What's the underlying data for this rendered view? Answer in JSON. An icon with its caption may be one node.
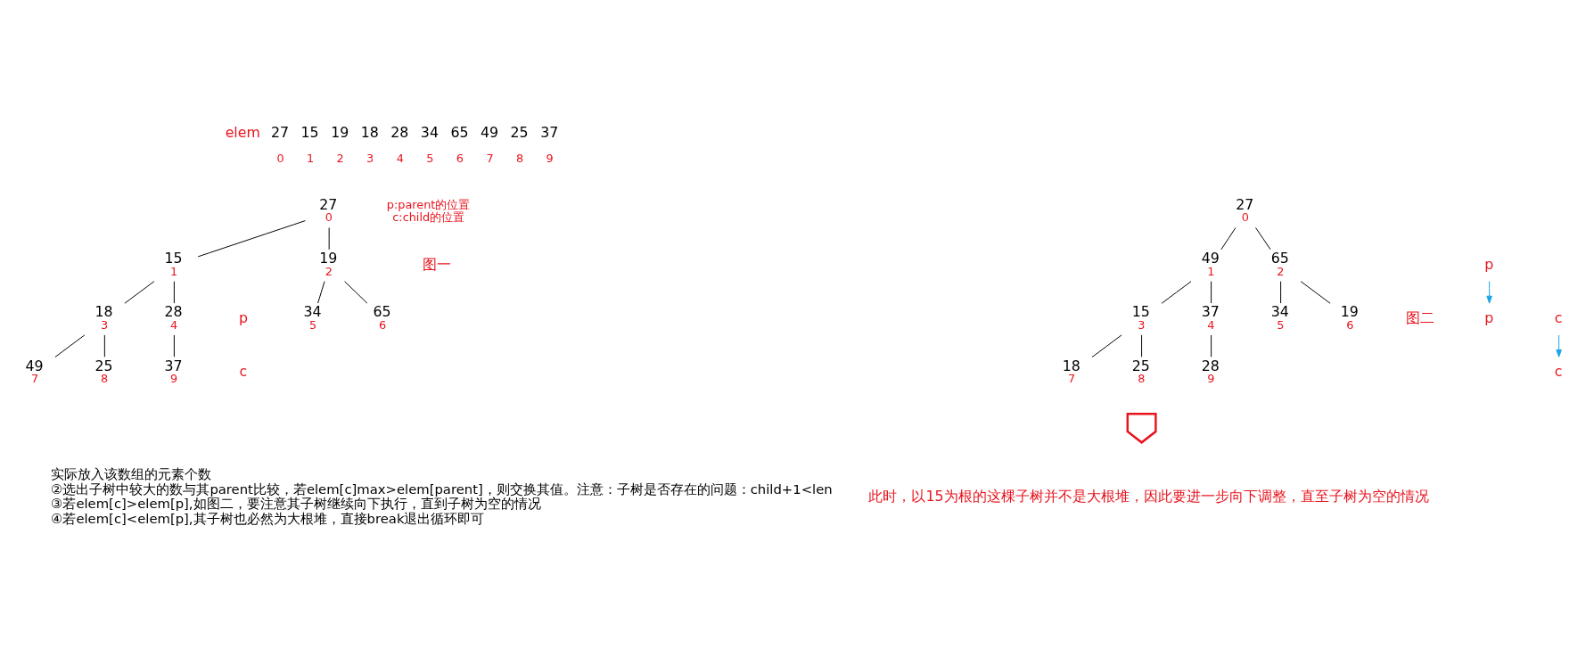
{
  "diagram": {
    "nodes": [
      {
        "text": [
          "27"
        ],
        "beside": [
          "0"
        ]
      },
      {
        "text": [
          "15"
        ],
        "beside": [
          "1"
        ]
      },
      {
        "text": [
          "19"
        ],
        "beside": [
          "2"
        ]
      },
      {
        "text": [
          "18"
        ],
        "beside": [
          "3"
        ]
      },
      {
        "text": [
          "28"
        ],
        "beside": [
          "4"
        ]
      },
      {
        "text": [
          "34"
        ],
        "beside": [
          "5"
        ]
      },
      {
        "text": [
          "65"
        ],
        "beside": [
          "6"
        ]
      },
      {
        "text": [
          "49"
        ],
        "beside": [
          "7"
        ]
      },
      {
        "text": [
          "25"
        ],
        "beside": [
          "8"
        ]
      },
      {
        "text": [
          "37"
        ],
        "beside": [
          "9"
        ]
      },
      {
        "text": [
          "27"
        ],
        "beside": [
          "0"
        ]
      },
      {
        "text": [
          "49"
        ],
        "beside": [
          "1"
        ]
      },
      {
        "text": [
          "65"
        ],
        "beside": [
          "2"
        ]
      },
      {
        "text": [
          "15"
        ],
        "beside": [
          "3"
        ]
      },
      {
        "text": [
          "37"
        ],
        "beside": [
          "4"
        ]
      },
      {
        "text": [
          "34"
        ],
        "beside": [
          "5"
        ]
      },
      {
        "text": [
          "19"
        ],
        "beside": [
          "6"
        ]
      },
      {
        "text": [
          "18"
        ],
        "beside": [
          "7"
        ]
      },
      {
        "text": [
          "25"
        ],
        "beside": [
          "8"
        ]
      },
      {
        "text": [
          "28"
        ],
        "beside": [
          "9"
        ]
      },
      {
        "text": [
          "p"
        ]
      },
      {
        "text": [
          "p"
        ]
      },
      {
        "text": [
          "c"
        ]
      },
      {
        "text": [
          "c"
        ]
      },
      {
        "text": [],
        "shape": "arrow"
      }
    ],
    "edges": [
      {
        "from": 0,
        "to": 1,
        "arrow": "none"
      },
      {
        "from": 0,
        "to": 2,
        "arrow": "none"
      },
      {
        "from": 1,
        "to": 3,
        "arrow": "none"
      },
      {
        "from": 1,
        "to": 4,
        "arrow": "none"
      },
      {
        "from": 2,
        "to": 5,
        "arrow": "none"
      },
      {
        "from": 2,
        "to": 6,
        "arrow": "none"
      },
      {
        "from": 3,
        "to": 7,
        "arrow": "none"
      },
      {
        "from": 3,
        "to": 8,
        "arrow": "none"
      },
      {
        "from": 4,
        "to": 9,
        "arrow": "none"
      },
      {
        "from": 10,
        "to": 11,
        "arrow": "none"
      },
      {
        "from": 10,
        "to": 12,
        "arrow": "none"
      },
      {
        "from": 11,
        "to": 13,
        "arrow": "none"
      },
      {
        "from": 11,
        "to": 14,
        "arrow": "none"
      },
      {
        "from": 12,
        "to": 15,
        "arrow": "none"
      },
      {
        "from": 12,
        "to": 16,
        "arrow": "none"
      },
      {
        "from": 13,
        "to": 17,
        "arrow": "none"
      },
      {
        "from": 13,
        "to": 18,
        "arrow": "none"
      },
      {
        "from": 14,
        "to": 19,
        "arrow": "none"
      },
      {
        "from": 20,
        "to": 21,
        "arrow": "to",
        "color": "#1aa3e8"
      },
      {
        "from": 22,
        "to": 23,
        "arrow": "to",
        "color": "#1aa3e8"
      }
    ],
    "labels": [
      "elem",
      "27",
      "15",
      "19",
      "18",
      "28",
      "34",
      "65",
      "49",
      "25",
      "37",
      "0",
      "1",
      "2",
      "3",
      "4",
      "5",
      "6",
      "7",
      "8",
      "9",
      "p:parent的位置",
      "c:child的位置",
      "图一",
      "p",
      "c",
      "图二",
      "此时，以15为根的这棵子树并不是大根堆，因此要进一步向下调整，直至子树为空的情况",
      "实际放入该数组的元素个数",
      "②选出子树中较大的数与其parent比较，若elem[c]max>elem[parent]，则交换其值。注意：子树是否存在的问题：child+1<len",
      "③若elem[c]>elem[p],如图二，要注意其子树继续向下执行，直到子树为空的情况",
      "④若elem[c]<elem[p],其子树也必然为大根堆，直接break退出循环即可"
    ]
  }
}
